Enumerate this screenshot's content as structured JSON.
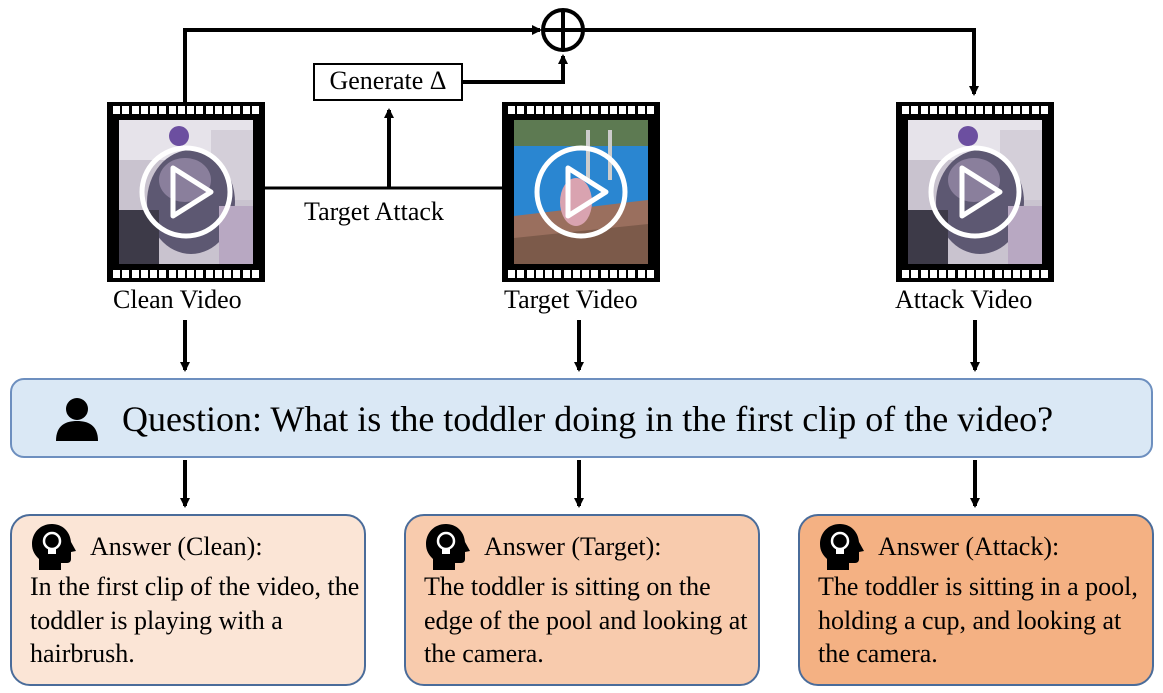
{
  "videos": {
    "clean": {
      "label": "Clean Video"
    },
    "target": {
      "label": "Target Video"
    },
    "attack": {
      "label": "Attack Video"
    }
  },
  "generate_label": "Generate Δ",
  "target_attack_label": "Target Attack",
  "question": {
    "icon": "user-icon",
    "text": "Question: What is the toddler doing in the first clip of the video?"
  },
  "answers": {
    "clean": {
      "title": "Answer (Clean):",
      "text": "In the first clip of the video, the toddler is playing with a hairbrush.",
      "bg": "#fbe5d6"
    },
    "target": {
      "title": "Answer (Target):",
      "text": "The toddler is sitting on the edge of the pool and looking at the camera.",
      "bg": "#f8cbad"
    },
    "attack": {
      "title": "Answer (Attack):",
      "text": "The toddler is sitting in a pool, holding a cup, and looking at the camera.",
      "bg": "#f4b183"
    }
  },
  "icons": {
    "answer": "head-bulb-icon",
    "play": "play-icon",
    "add": "circled-plus-icon"
  },
  "colors": {
    "question_bg": "#dae8f5",
    "question_border": "#6d8fbf",
    "answer_border": "#4a6c9a"
  }
}
